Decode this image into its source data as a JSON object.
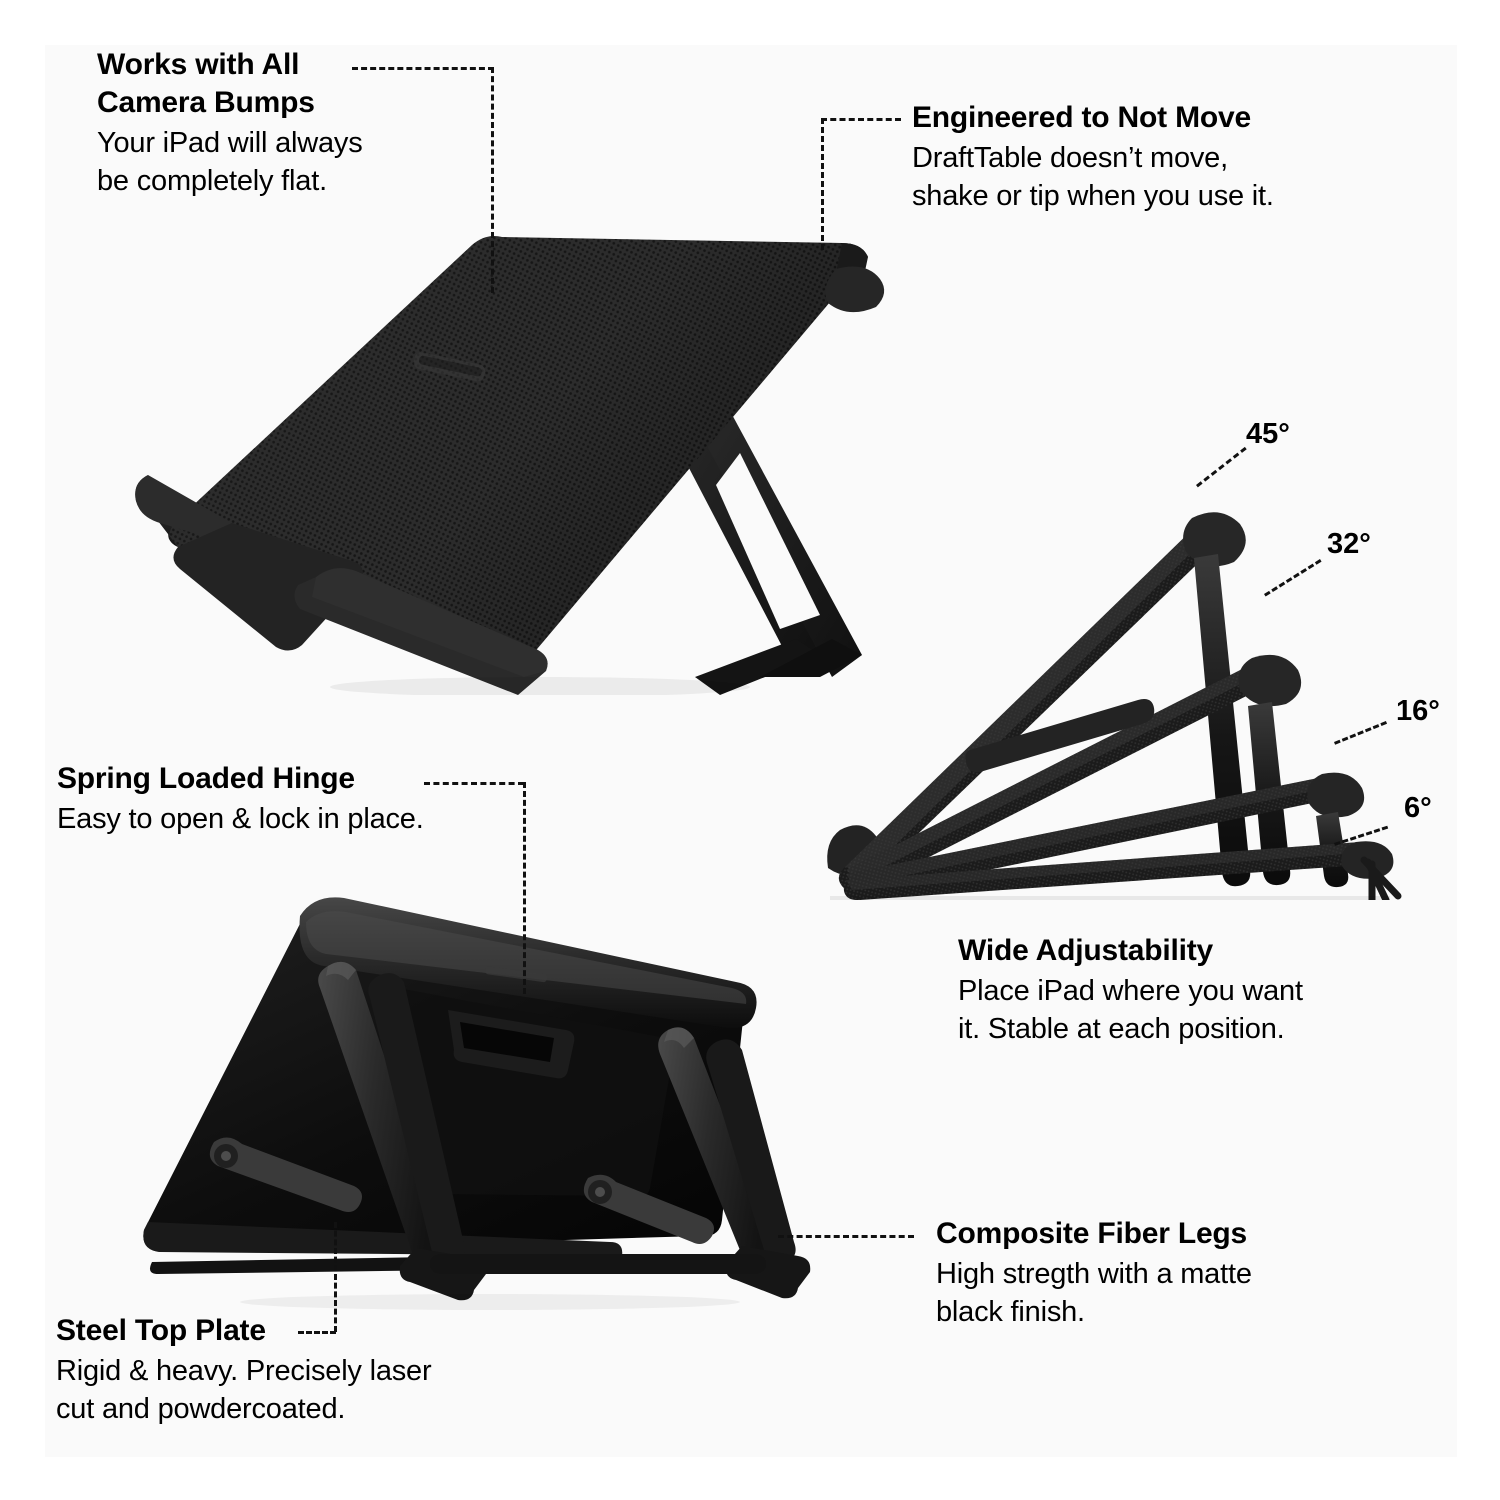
{
  "page": {
    "title": "DraftTable iPad Stand Feature Infographic",
    "background_color": "#ffffff",
    "panel_color": "#fafafa",
    "text_color": "#000000",
    "product_color": "#262626",
    "leader_line_color": "#111111"
  },
  "callouts": [
    {
      "id": "camera-bumps",
      "title": "Works with All\nCamera Bumps",
      "body": "Your iPad will always\nbe completely flat."
    },
    {
      "id": "not-move",
      "title": "Engineered to Not Move",
      "body": "DraftTable doesn’t move,\nshake or tip when you use it."
    },
    {
      "id": "spring-hinge",
      "title": "Spring Loaded Hinge",
      "body": "Easy to open & lock in place."
    },
    {
      "id": "wide-adjustability",
      "title": "Wide Adjustability",
      "body": "Place iPad where you want\nit. Stable at each position."
    },
    {
      "id": "composite-legs",
      "title": "Composite Fiber Legs",
      "body": "High stregth with a matte\nblack finish."
    },
    {
      "id": "steel-plate",
      "title": "Steel Top Plate",
      "body": "Rigid & heavy. Precisely laser\ncut and powdercoated."
    }
  ],
  "angles": [
    {
      "id": "angle-45",
      "label": "45°"
    },
    {
      "id": "angle-32",
      "label": "32°"
    },
    {
      "id": "angle-16",
      "label": "16°"
    },
    {
      "id": "angle-6",
      "label": "6°"
    }
  ],
  "product_images": [
    {
      "id": "stand-open-iso",
      "description": "Isometric view of DraftTable stand opened, perforated top plate with folding leg"
    },
    {
      "id": "stand-angles-side",
      "description": "Side view multi-exposure showing four leg positions at 45, 32, 16 and 6 degrees"
    },
    {
      "id": "stand-rear",
      "description": "Rear three-quarter view showing A-frame composite legs, spring hinge and steel top plate"
    }
  ]
}
